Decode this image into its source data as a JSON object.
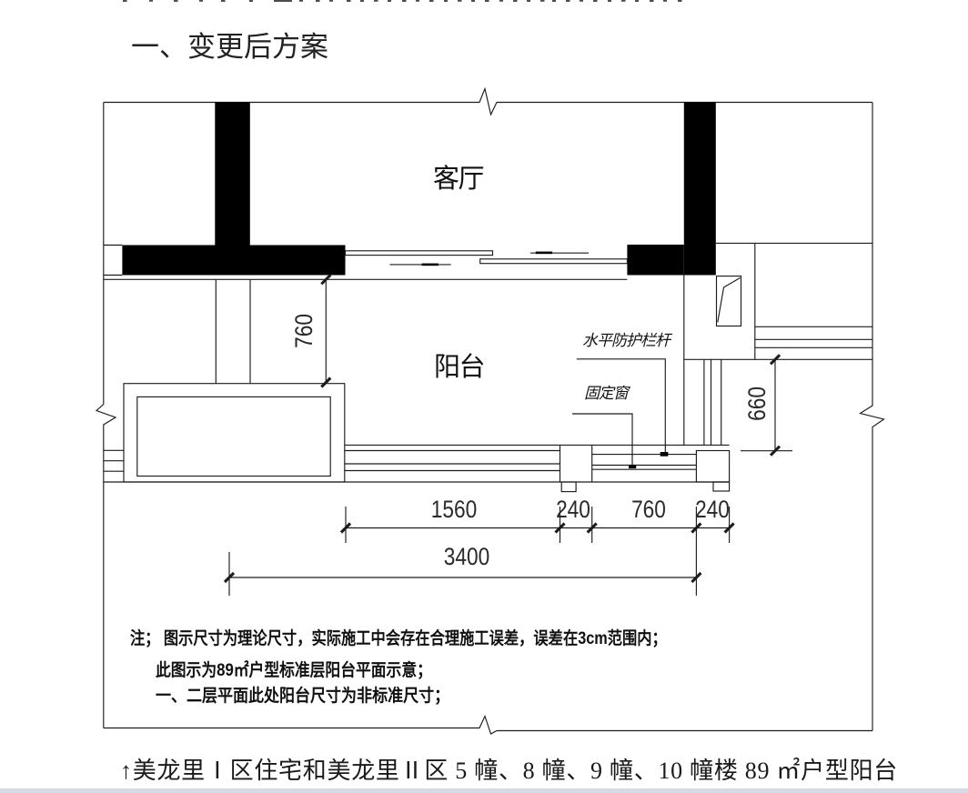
{
  "document": {
    "heading": "一、变更后方案",
    "caption": "↑美龙里Ⅰ区住宅和美龙里Ⅱ区 5 幢、8 幢、9 幢、10 幢楼 89 ㎡户型阳台"
  },
  "drawing": {
    "rooms": {
      "living_room": "客厅",
      "balcony": "阳台"
    },
    "callouts": {
      "railing": "水平防护栏杆",
      "fixed_window": "固定窗"
    },
    "dimensions": {
      "balcony_depth": "760",
      "side_window_width": "660",
      "front_segments": [
        "1560",
        "240",
        "760",
        "240"
      ],
      "overall_width": "3400"
    },
    "notes": {
      "prefix": "注；",
      "line1": "图示尺寸为理论尺寸，实际施工中会存在合理施工误差，误差在3cm范围内；",
      "line2": "此图示为89㎡户型标准层阳台平面示意；",
      "line3": "一、二层平面此处阳台尺寸为非标准尺寸；"
    }
  },
  "colors": {
    "line": "#1c1c1c",
    "wall_fill": "#000000",
    "footer_bar": "#d3dce8",
    "background": "#ffffff"
  }
}
